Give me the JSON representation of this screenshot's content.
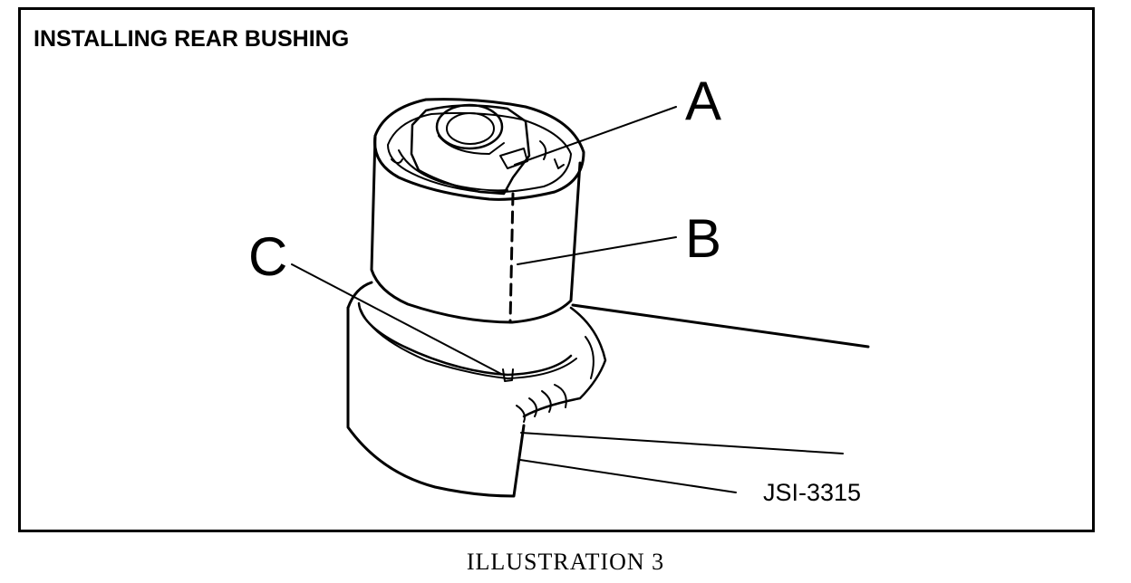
{
  "figure": {
    "title": "INSTALLING REAR BUSHING",
    "caption": "ILLUSTRATION 3",
    "part_number": "JSI-3315",
    "callouts": {
      "a": "A",
      "b": "B",
      "c": "C"
    }
  },
  "colors": {
    "ink": "#000000",
    "paper": "#ffffff"
  }
}
